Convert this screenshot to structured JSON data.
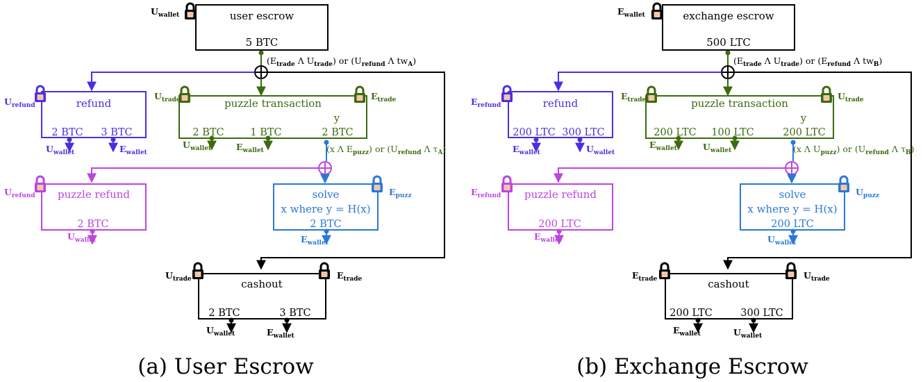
{
  "colors": {
    "black": "#000000",
    "blue_violet": "#4B2FE0",
    "green": "#3C6A0E",
    "blue": "#2A78D6",
    "magenta": "#BC45E0",
    "lock_fill": "#F3C6A8"
  },
  "icons": [
    "lock-icon",
    "xor-icon",
    "arrow-icon"
  ],
  "panels": [
    {
      "caption": "(a) User Escrow",
      "escrow": {
        "title": "user escrow",
        "amount": "5 BTC",
        "lock": {
          "main": "U",
          "sub": "wallet"
        },
        "condition": {
          "a_main": "(E",
          "a_sub": "trade",
          "a_mid": " Λ U",
          "a_sub2": "trade",
          "a_or": ") or (U",
          "b_sub": "refund",
          "b_mid": " Λ tw",
          "b_sub2": "A",
          "b_end": ")"
        }
      },
      "refund": {
        "title": "refund",
        "lock": {
          "main": "U",
          "sub": "refund"
        },
        "out1": "2 BTC",
        "out2": "3 BTC",
        "r1": {
          "main": "U",
          "sub": "wallet"
        },
        "r2": {
          "main": "E",
          "sub": "wallet"
        }
      },
      "puzzle": {
        "title": "puzzle transaction",
        "y": "y",
        "lock_left": {
          "main": "U",
          "sub": "trade"
        },
        "lock_right": {
          "main": "E",
          "sub": "trade"
        },
        "out1": "2 BTC",
        "out2": "1 BTC",
        "out3": "2 BTC",
        "r1": {
          "main": "U",
          "sub": "wallet"
        },
        "r2": {
          "main": "E",
          "sub": "wallet"
        },
        "condition": {
          "a_main": "(x  Λ E",
          "a_sub": "puzz",
          "a_or": ") or (U",
          "b_sub": "refund",
          "b_mid": " Λ τ",
          "b_sub2": "A",
          "b_end": ")"
        }
      },
      "puzzle_refund": {
        "title": "puzzle refund",
        "amount": "2 BTC",
        "lock": {
          "main": "U",
          "sub": "refund"
        },
        "r": {
          "main": "U",
          "sub": "wallet"
        }
      },
      "solve": {
        "title": "solve",
        "line2": "x  where  y = H(x)",
        "amount": "2 BTC",
        "lock": {
          "main": "E",
          "sub": "puzz"
        },
        "r": {
          "main": "E",
          "sub": "wallet"
        }
      },
      "cashout": {
        "title": "cashout",
        "lock_left": {
          "main": "U",
          "sub": "trade"
        },
        "lock_right": {
          "main": "E",
          "sub": "trade"
        },
        "out1": "2 BTC",
        "out2": "3 BTC",
        "r1": {
          "main": "U",
          "sub": "wallet"
        },
        "r2": {
          "main": "E",
          "sub": "wallet"
        }
      }
    },
    {
      "caption": "(b) Exchange Escrow",
      "escrow": {
        "title": "exchange escrow",
        "amount": "500 LTC",
        "lock": {
          "main": "E",
          "sub": "wallet"
        },
        "condition": {
          "a_main": "(E",
          "a_sub": "trade",
          "a_mid": " Λ U",
          "a_sub2": "trade",
          "a_or": ") or (E",
          "b_sub": "refund",
          "b_mid": " Λ tw",
          "b_sub2": "B",
          "b_end": ")"
        }
      },
      "refund": {
        "title": "refund",
        "lock": {
          "main": "E",
          "sub": "refund"
        },
        "out1": "200 LTC",
        "out2": "300 LTC",
        "r1": {
          "main": "E",
          "sub": "wallet"
        },
        "r2": {
          "main": "U",
          "sub": "wallet"
        }
      },
      "puzzle": {
        "title": "puzzle transaction",
        "y": "y",
        "lock_left": {
          "main": "E",
          "sub": "trade"
        },
        "lock_right": {
          "main": "U",
          "sub": "trade"
        },
        "out1": "200 LTC",
        "out2": "100 LTC",
        "out3": "200 LTC",
        "r1": {
          "main": "E",
          "sub": "wallet"
        },
        "r2": {
          "main": "U",
          "sub": "wallet"
        },
        "condition": {
          "a_main": "(x  Λ U",
          "a_sub": "puzz",
          "a_or": ") or (U",
          "b_sub": "refund",
          "b_mid": " Λ τ",
          "b_sub2": "B",
          "b_end": ")"
        }
      },
      "puzzle_refund": {
        "title": "puzzle refund",
        "amount": "200 LTC",
        "lock": {
          "main": "E",
          "sub": "refund"
        },
        "r": {
          "main": "E",
          "sub": "wallet"
        }
      },
      "solve": {
        "title": "solve",
        "line2": "x  where  y = H(x)",
        "amount": "200 LTC",
        "lock": {
          "main": "U",
          "sub": "puzz"
        },
        "r": {
          "main": "U",
          "sub": "wallet"
        }
      },
      "cashout": {
        "title": "cashout",
        "lock_left": {
          "main": "E",
          "sub": "trade"
        },
        "lock_right": {
          "main": "U",
          "sub": "trade"
        },
        "out1": "200 LTC",
        "out2": "300 LTC",
        "r1": {
          "main": "E",
          "sub": "wallet"
        },
        "r2": {
          "main": "U",
          "sub": "wallet"
        }
      }
    }
  ]
}
